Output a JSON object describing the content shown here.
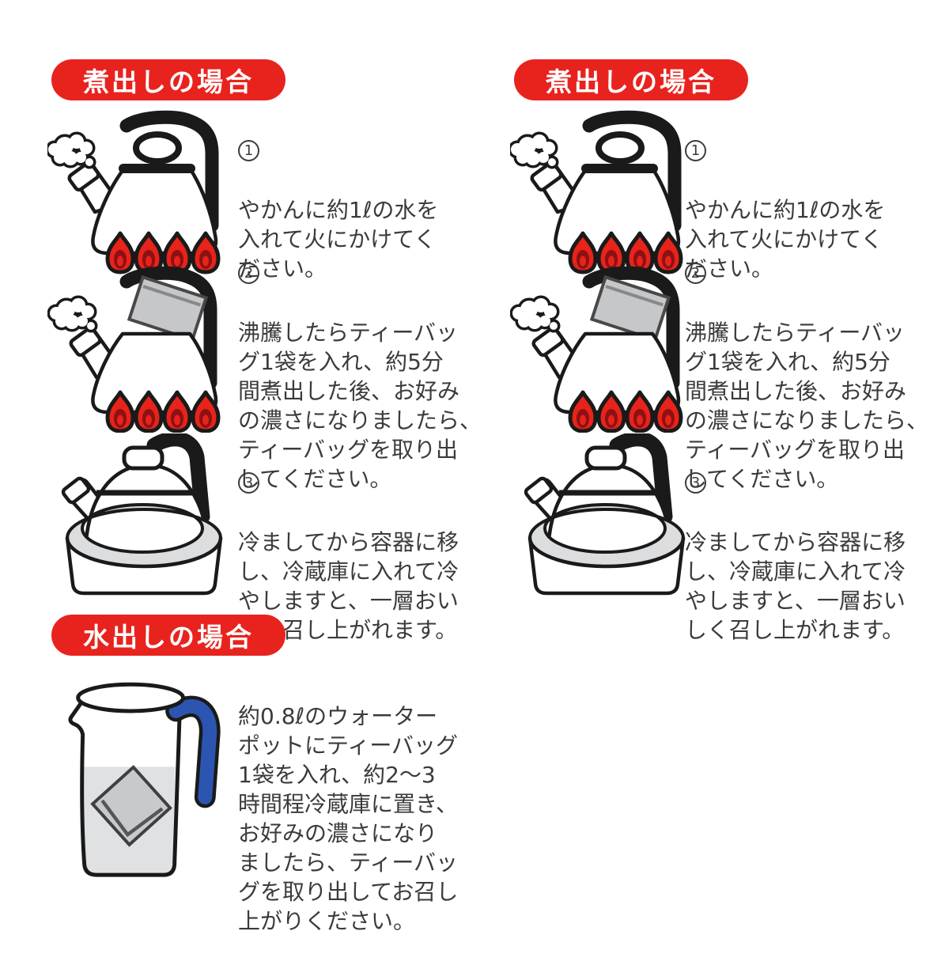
{
  "colors": {
    "banner_red": "#e8231e",
    "flame_red": "#e8231a",
    "flame_core_dark": "#8c1114",
    "text_gray": "#3b3b3c",
    "water_gray": "#dcdddf",
    "teabag_gray": "#c6c7c9",
    "pitcher_handle_blue": "#2c55b2"
  },
  "boil_section": {
    "title": "煮出しの場合",
    "steps": [
      {
        "num": "1",
        "icon": "kettle-boiling-icon",
        "text": "やかんに約1ℓの水を\n入れて火にかけてく\nださい。"
      },
      {
        "num": "2",
        "icon": "kettle-teabag-icon",
        "text": "沸騰したらティーバッ\nグ1袋を入れ、約5分\n間煮出した後、お好み\nの濃さになりましたら、\nティーバッグを取り出\nしてください。"
      },
      {
        "num": "3",
        "icon": "kettle-cooling-icon",
        "text": "冷ましてから容器に移\nし、冷蔵庫に入れて冷\nやしますと、一層おい\nしく召し上がれます。"
      }
    ]
  },
  "cold_section": {
    "title": "水出しの場合",
    "icon": "water-pitcher-icon",
    "text": "約0.8ℓのウォーター\nポットにティーバッグ\n1袋を入れ、約2～3\n時間程冷蔵庫に置き、\nお好みの濃さになり\nましたら、ティーバッ\nグを取り出してお召し\n上がりください。"
  }
}
